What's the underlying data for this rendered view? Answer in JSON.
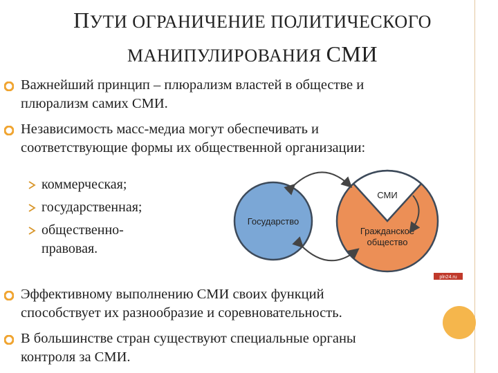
{
  "title": {
    "line1_first": "П",
    "line1_rest": "УТИ ОГРАНИЧЕНИЕ ПОЛИТИЧЕСКОГО",
    "line2_rest": "МАНИПУЛИРОВАНИЯ ",
    "line2_big": "СМИ"
  },
  "bullets": [
    {
      "lines": [
        "Важнейший принцип – плюрализм властей в обществе и",
        "плюрализм самих СМИ."
      ]
    },
    {
      "lines": [
        "Независимость масс-медиа могут обеспечивать и",
        "соответствующие формы их общественной организации:"
      ]
    },
    {
      "lines": [
        "Эффективному выполнению СМИ своих функций",
        "способствует их разнообразие и соревновательность."
      ]
    },
    {
      "lines": [
        "В большинстве стран существуют специальные органы",
        "контроля за СМИ."
      ]
    }
  ],
  "subitems": [
    {
      "lines": [
        "коммерческая;"
      ]
    },
    {
      "lines": [
        "государственная;"
      ]
    },
    {
      "lines": [
        "общественно-",
        "правовая."
      ]
    }
  ],
  "diagram": {
    "left_circle": "Государство",
    "right_circle_line1": "Гражданское",
    "right_circle_line2": "общество",
    "wedge": "СМИ",
    "watermark": "pln24.ru"
  },
  "colors": {
    "bullet": "#f0a430",
    "arrow": "#d8962a",
    "left_circle": "#7ba7d6",
    "right_circle": "#ec8f56",
    "deco": "#f5b64c"
  }
}
